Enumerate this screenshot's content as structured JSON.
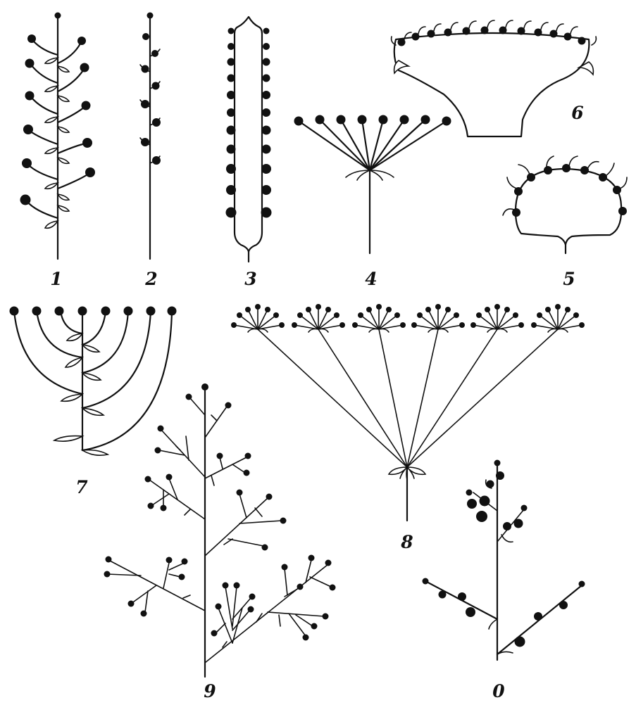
{
  "figure": {
    "labels": {
      "f1": "1",
      "f2": "2",
      "f3": "3",
      "f4": "4",
      "f5": "5",
      "f6": "6",
      "f7": "7",
      "f8": "8",
      "f9": "9",
      "f0": "0"
    }
  },
  "colors": {
    "ink": "#111111",
    "paper": "#ffffff"
  }
}
